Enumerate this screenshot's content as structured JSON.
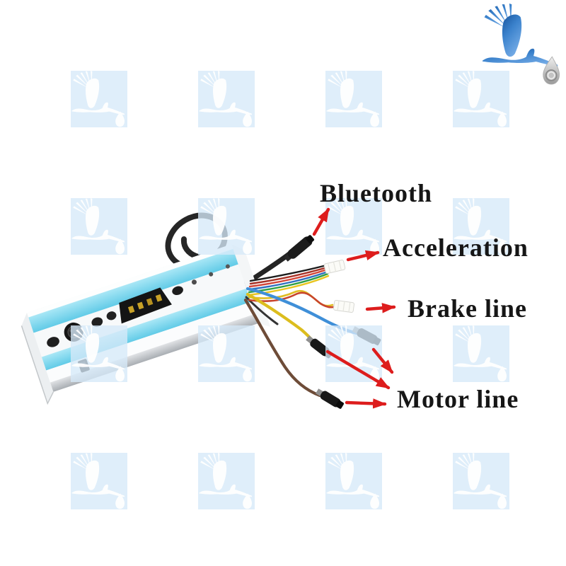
{
  "photo_subject": "escooter-controller-with-wiring-harness",
  "annotations": {
    "bluetooth": {
      "label": "Bluetooth"
    },
    "acceleration": {
      "label": "Acceleration"
    },
    "brake": {
      "label": "Brake line"
    },
    "motor": {
      "label": "Motor line"
    }
  },
  "branding": {
    "logo_icon": "stork-carrying-water-drop-logo",
    "watermark_icon": "stork-watermark",
    "watermark_grid": {
      "rows": 4,
      "cols": 4
    }
  },
  "colors": {
    "background": "#ffffff",
    "arrow_red": "#dd1d1d",
    "label_text": "#161616",
    "watermark_blue": "#d6e9f8",
    "logo_blue": "#2f7cc7",
    "controller_cyan": "#7fd8ef",
    "controller_silver": "#c7cacd",
    "wire_colors": [
      "#222222",
      "#c0392b",
      "#2e6fc0",
      "#2f9e44",
      "#e8c51f",
      "#3f8fd8",
      "#dcbd1e",
      "#6e4c38"
    ]
  }
}
